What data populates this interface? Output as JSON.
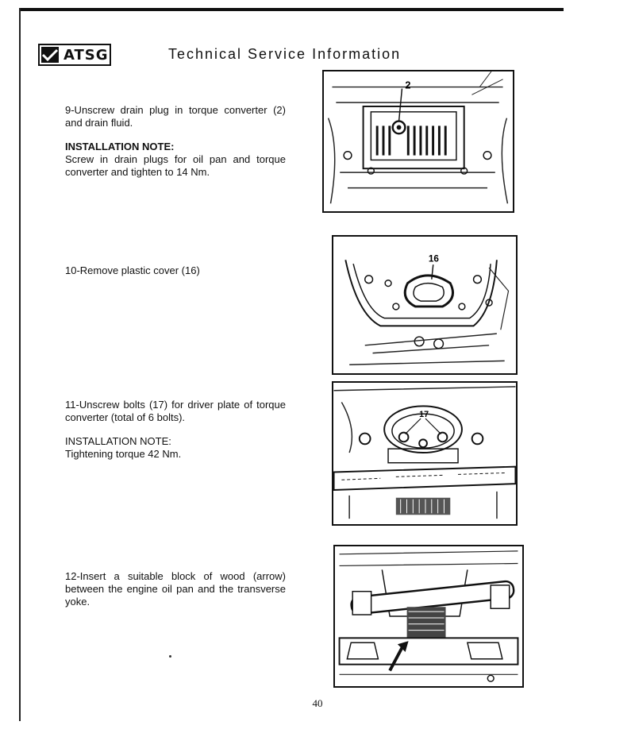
{
  "header": {
    "logo_text": "ATSG",
    "title": "Technical Service Information"
  },
  "steps": [
    {
      "text": "9-Unscrew drain plug in torque converter (2) and drain fluid.",
      "note_heading": "INSTALLATION NOTE:",
      "note_text": "Screw in drain plugs for oil pan and torque converter and tighten to 14 Nm.",
      "callout": "2"
    },
    {
      "text": "10-Remove plastic cover (16)",
      "callout": "16"
    },
    {
      "text": "11-Unscrew bolts (17) for driver plate of torque converter (total of 6 bolts).",
      "note_heading": "INSTALLATION NOTE:",
      "note_text": "Tightening torque 42 Nm.",
      "callout": "17"
    },
    {
      "text": "12-Insert a suitable block of wood (arrow) between the engine oil pan and the transverse yoke."
    }
  ],
  "footer": {
    "page_number": "40"
  }
}
